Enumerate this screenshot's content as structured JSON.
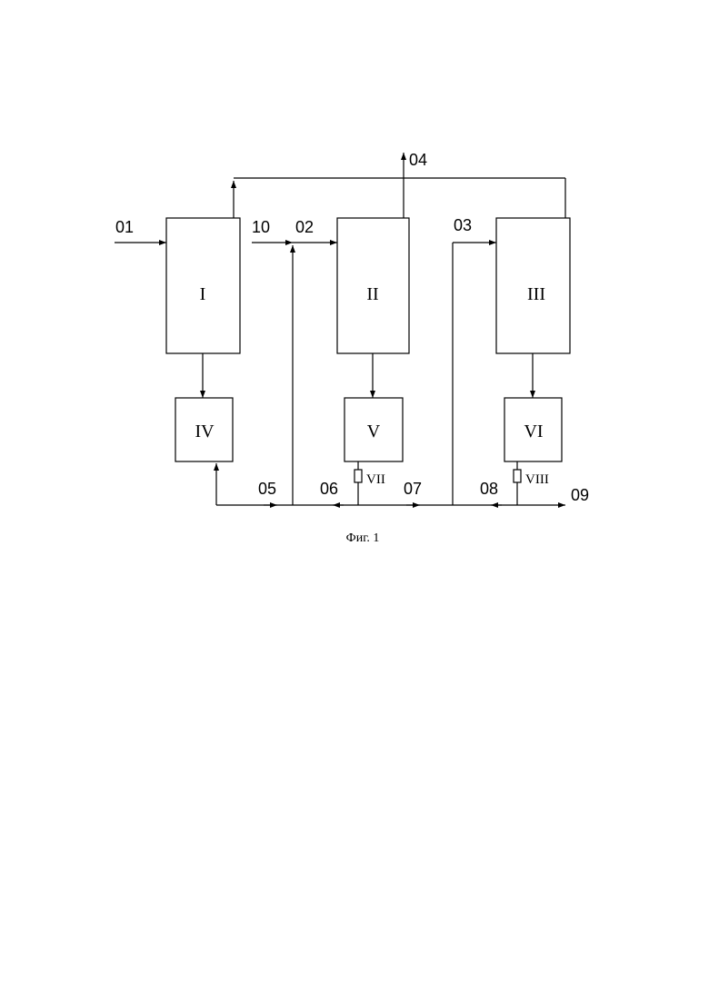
{
  "units": {
    "u1": "I",
    "u2": "II",
    "u3": "III",
    "u4": "IV",
    "u5": "V",
    "u6": "VI",
    "u7": "VII",
    "u8": "VIII"
  },
  "streams": {
    "s01": "01",
    "s02": "02",
    "s03": "03",
    "s04": "04",
    "s05": "05",
    "s06": "06",
    "s07": "07",
    "s08": "08",
    "s09": "09",
    "s10": "10"
  },
  "caption": "Фиг. 1"
}
